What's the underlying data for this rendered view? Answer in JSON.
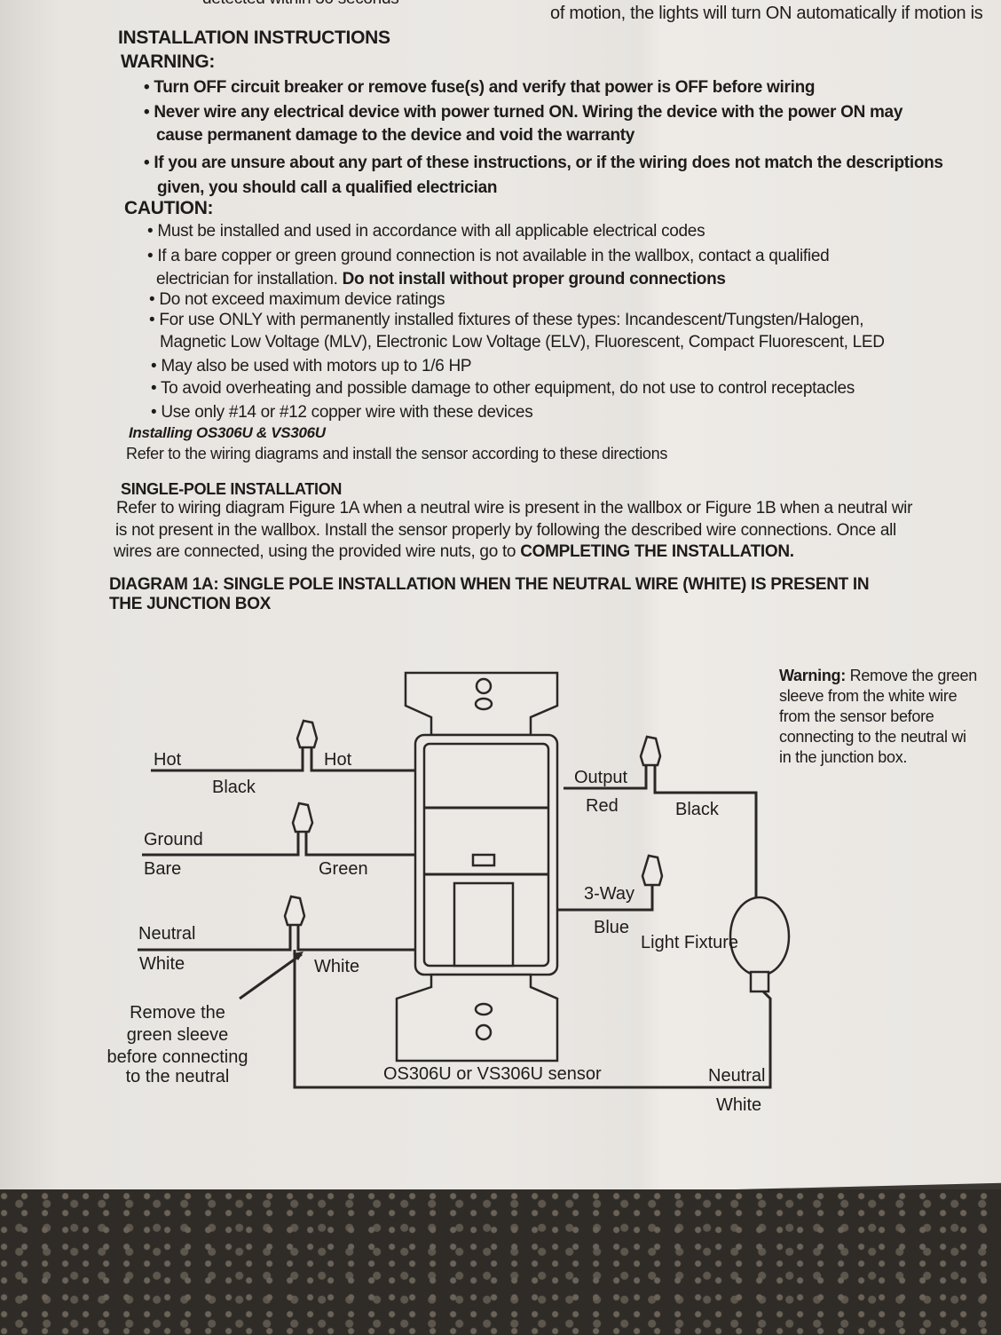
{
  "top_fragments": {
    "left": "detected within 30 seconds",
    "right": "of motion, the lights will turn ON automatically if motion is"
  },
  "title": "INSTALLATION INSTRUCTIONS",
  "warning": {
    "heading": "WARNING:",
    "items": [
      "• Turn OFF circuit breaker or remove fuse(s) and verify that power is OFF before wiring",
      "• Never wire any electrical device with power turned ON. Wiring the device with the power ON may",
      "cause permanent damage to the device and void the warranty",
      "• If you are unsure about any part of these instructions, or if the wiring does not match the descriptions",
      "given, you should call a qualified electrician"
    ]
  },
  "caution": {
    "heading": "CAUTION:",
    "items": [
      "• Must be installed and used in accordance with all applicable electrical codes",
      "• If a bare copper or green ground connection is not available in the wallbox, contact a qualified",
      "electrician for installation.",
      "Do not install without proper ground connections",
      "• Do not exceed maximum device ratings",
      "• For use ONLY with permanently installed fixtures of these types: Incandescent/Tungsten/Halogen,",
      "Magnetic Low Voltage (MLV), Electronic Low Voltage (ELV), Fluorescent, Compact Fluorescent, LED",
      "• May also be used with motors up to 1/6 HP",
      "• To avoid overheating and possible damage to other equipment, do not use to control receptacles",
      "• Use only #14 or #12 copper wire with these devices"
    ]
  },
  "installing": {
    "heading": "Installing OS306U & VS306U",
    "text": "Refer to the wiring diagrams and install the sensor according to these directions"
  },
  "single_pole": {
    "heading": "SINGLE-POLE INSTALLATION",
    "lines": [
      "Refer to wiring diagram Figure 1A when a neutral wire is present in the wallbox or Figure 1B when a neutral wir",
      "is not present in the wallbox. Install the sensor properly by following the described wire connections. Once all",
      "wires are connected, using the provided wire nuts, go to",
      "COMPLETING THE INSTALLATION."
    ]
  },
  "diagram": {
    "title_lines": [
      "DIAGRAM 1A: SINGLE POLE INSTALLATION WHEN THE NEUTRAL WIRE (WHITE) IS PRESENT IN",
      "THE JUNCTION BOX"
    ],
    "labels": {
      "hot_left": "Hot",
      "hot_right": "Hot",
      "black_left": "Black",
      "ground": "Ground",
      "bare": "Bare",
      "green": "Green",
      "neutral_left": "Neutral",
      "white_left": "White",
      "white_sensor": "White",
      "output": "Output",
      "red": "Red",
      "black_right": "Black",
      "three_way": "3-Way",
      "blue": "Blue",
      "light_fixture": "Light Fixture",
      "neutral_bottom": "Neutral",
      "white_bottom": "White",
      "sensor": "OS306U or VS306U sensor"
    },
    "callout": [
      "Remove the",
      "green sleeve",
      "before connecting",
      "to the neutral"
    ],
    "side_warning": {
      "bold": "Warning:",
      "lines": [
        " Remove the green",
        "sleeve from the white wire",
        "from the sensor before",
        "connecting to the neutral wi",
        "in the junction box."
      ]
    }
  }
}
